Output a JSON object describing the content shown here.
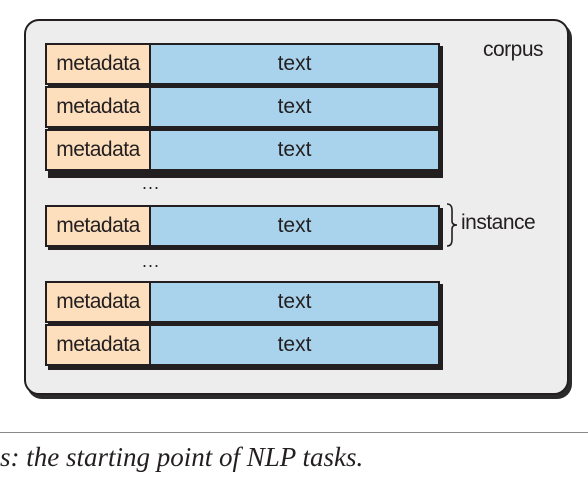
{
  "diagram": {
    "corpus_label": "corpus",
    "instance_label": "instance",
    "ellipsis": "...",
    "rows": [
      {
        "meta": "metadata",
        "text": "text"
      },
      {
        "meta": "metadata",
        "text": "text"
      },
      {
        "meta": "metadata",
        "text": "text"
      },
      {
        "meta": "metadata",
        "text": "text"
      },
      {
        "meta": "metadata",
        "text": "text"
      },
      {
        "meta": "metadata",
        "text": "text"
      }
    ]
  },
  "caption": "s: the starting point of NLP tasks.",
  "colors": {
    "metadata_fill": "#fddfbd",
    "text_fill": "#a9d3ec",
    "corpus_fill": "#ededed",
    "stroke": "#231f20"
  }
}
